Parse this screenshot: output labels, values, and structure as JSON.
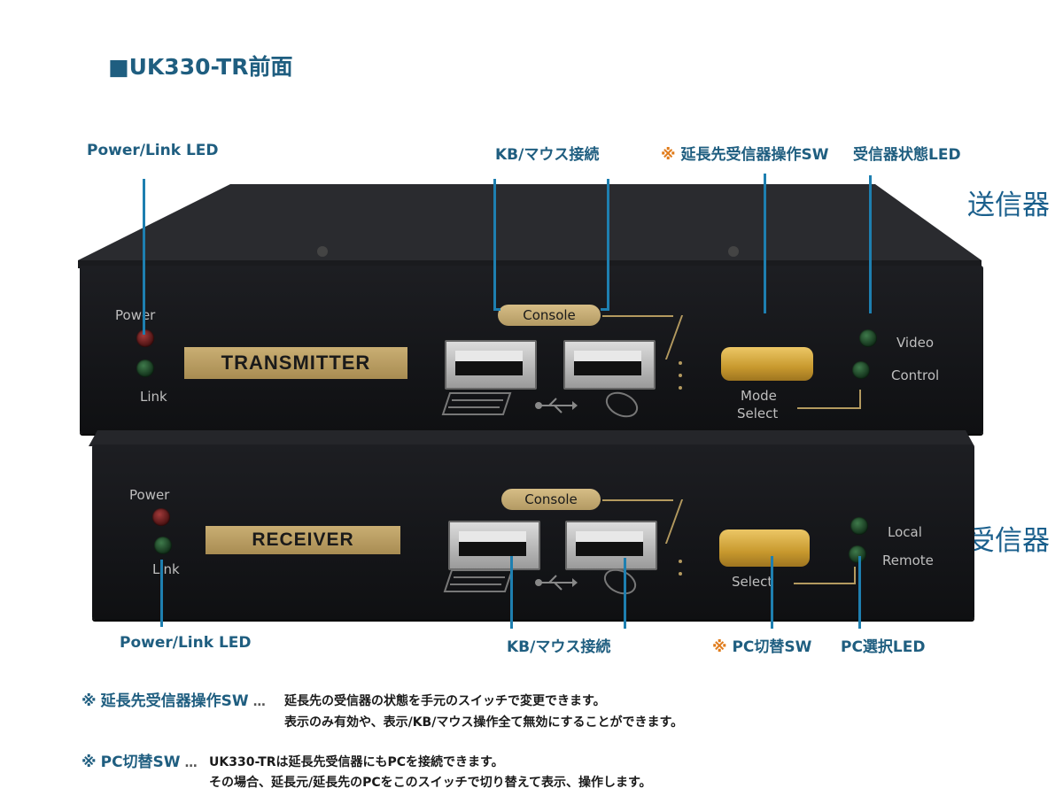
{
  "title": "■UK330-TR前面",
  "callouts": {
    "top_power_link": "Power/Link LED",
    "top_kb_mouse": "KB/マウス接続",
    "top_ext_sw_mark": "※",
    "top_ext_sw": "延長先受信器操作SW",
    "top_status_led": "受信器状態LED",
    "bottom_power_link": "Power/Link LED",
    "bottom_kb_mouse": "KB/マウス接続",
    "bottom_pc_sw_mark": "※",
    "bottom_pc_sw": "PC切替SW",
    "bottom_pc_led": "PC選択LED"
  },
  "side_labels": {
    "transmitter": "送信器",
    "receiver": "受信器"
  },
  "transmitter": {
    "power": "Power",
    "link": "Link",
    "name": "TRANSMITTER",
    "console": "Console",
    "mode": "Mode",
    "select": "Select",
    "video": "Video",
    "control": "Control"
  },
  "receiver": {
    "power": "Power",
    "link": "Link",
    "name": "RECEIVER",
    "console": "Console",
    "select": "Select",
    "local": "Local",
    "remote": "Remote"
  },
  "notes": [
    {
      "mark": "※",
      "head": "延長先受信器操作SW",
      "dots": "…",
      "line1": "延長先の受信器の状態を手元のスイッチで変更できます。",
      "line2": "表示のみ有効や、表示/KB/マウス操作全て無効にすることができます。"
    },
    {
      "mark": "※",
      "head": "PC切替SW",
      "dots": "…",
      "line1": "UK330-TRは延長先受信器にもPCを接続できます。",
      "line2": "その場合、延長元/延長先のPCをこのスイッチで切り替えて表示、操作します。"
    }
  ],
  "colors": {
    "callout_text": "#1f5e80",
    "leader_line": "#1e7fb0",
    "note_mark": "#e07b1a",
    "panel": "#17181b",
    "gold": "#c9ae73"
  }
}
